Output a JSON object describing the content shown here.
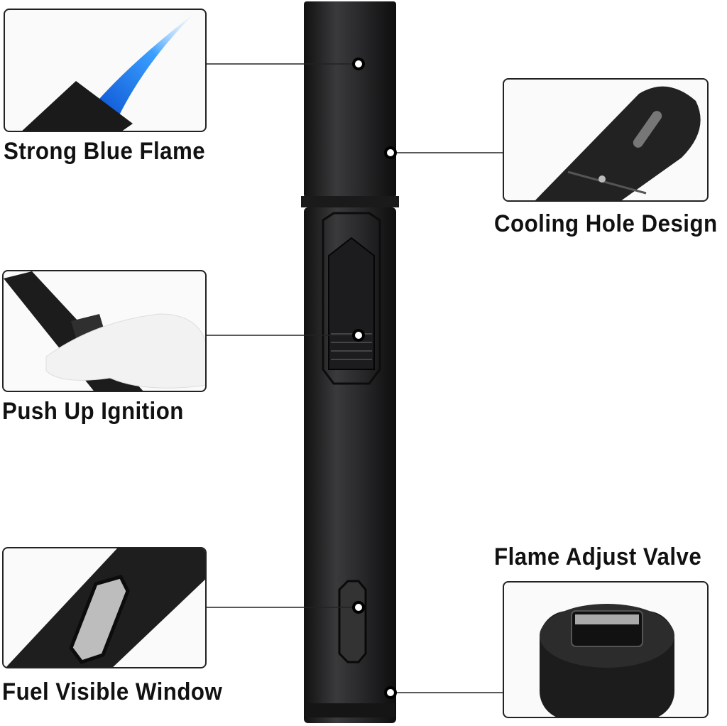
{
  "title": "Lighter features",
  "callouts": [
    {
      "label": "Strong Blue Flame"
    },
    {
      "label": "Cooling Hole Design"
    },
    {
      "label": "Push Up Ignition"
    },
    {
      "label": "Fuel Visible Window"
    },
    {
      "label": "Flame Adjust Valve"
    }
  ],
  "colors": {
    "body": "#2a2a2c",
    "flame": "#1e7be0",
    "line": "#222222"
  }
}
